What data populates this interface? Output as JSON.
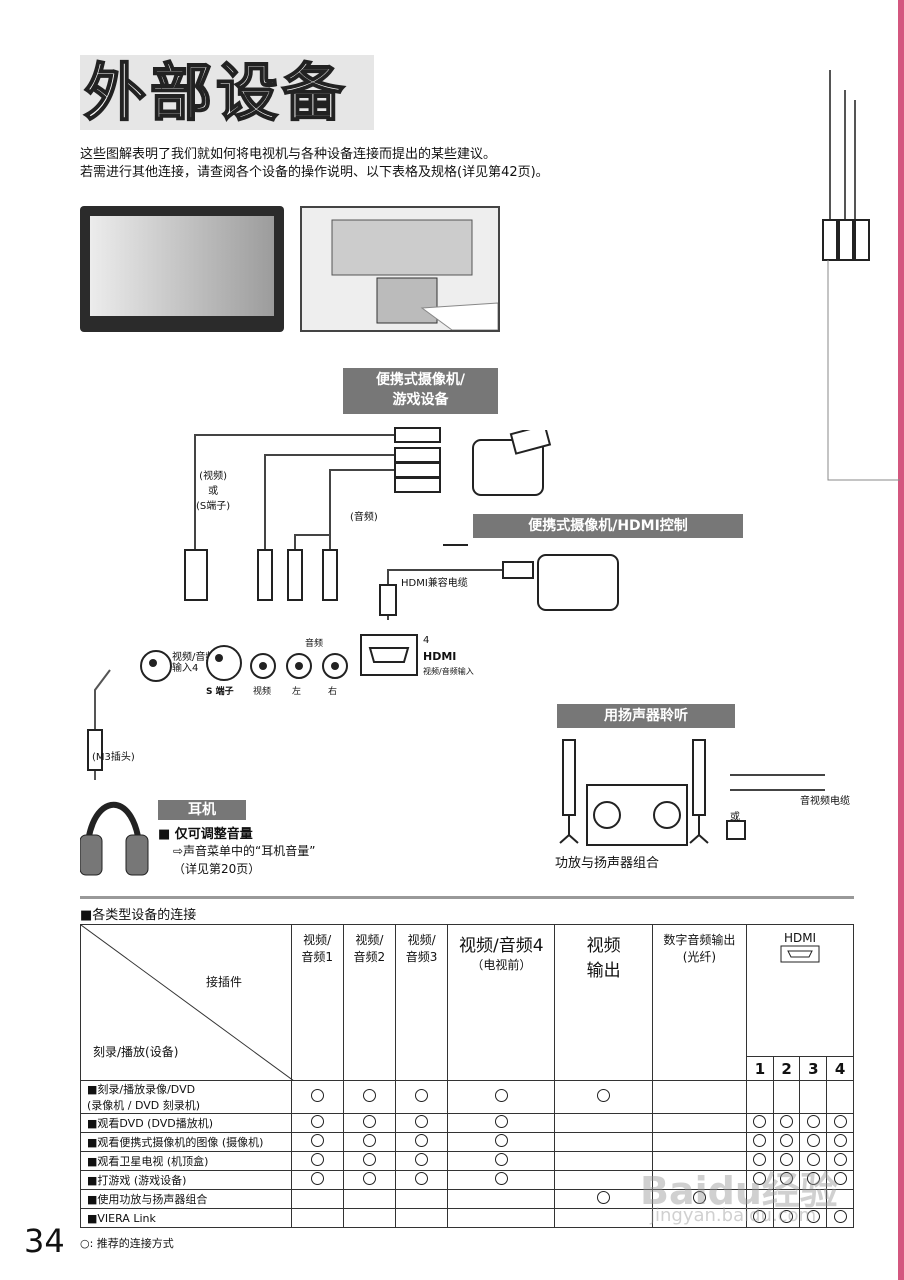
{
  "page": {
    "title": "外部设备",
    "page_number": "34",
    "intro_line1": "这些图解表明了我们就如何将电视机与各种设备连接而提出的某些建议。",
    "intro_line2": "若需进行其他连接，请查阅各个设备的操作说明、以下表格及规格(详见第42页)。"
  },
  "diagram": {
    "camcorder_game_banner": "便携式摄像机/\n游戏设备",
    "camcorder_hdmi_banner": "便携式摄像机/HDMI控制",
    "speaker_banner": "用扬声器聆听",
    "headphone_banner": "耳机",
    "video_or_s": "(视频)\n或\n(S端子)",
    "audio_label": "(音频)",
    "hdmi_cable": "HDMI兼容电缆",
    "m3_plug": "(M3插头)",
    "av4_label": "视频/音频\n输入4",
    "s_terminal": "S 端子",
    "video": "视频",
    "audio": "音频",
    "left": "左",
    "right": "右",
    "hdmi_num": "4",
    "hdmi_logo": "HDMI",
    "hdmi_input": "视频/音频输入",
    "av_cable": "音视频电缆",
    "or": "或",
    "amp_speaker": "功放与扬声器组合",
    "headphone_volume_only": "■ 仅可调整音量",
    "headphone_menu": "⇨声音菜单中的“耳机音量”",
    "headphone_see": "（详见第20页）"
  },
  "table": {
    "section_title": "■各类型设备的连接",
    "corner_connector": "接插件",
    "corner_device": "刻录/播放(设备)",
    "headers": [
      "视频/\n音频1",
      "视频/\n音频2",
      "视频/\n音频3",
      "视频/音频4",
      "视频\n输出",
      "数字音频输出\n(光纤)",
      "HDMI"
    ],
    "header4_sub": "（电视前）",
    "hdmi_ports": [
      "1",
      "2",
      "3",
      "4"
    ],
    "rows": [
      {
        "label": "■刻录/播放录像/DVD\n(录像机 / DVD 刻录机)",
        "marks": [
          1,
          1,
          1,
          1,
          1,
          0,
          0,
          0,
          0,
          0
        ]
      },
      {
        "label": "■观看DVD (DVD播放机)",
        "marks": [
          1,
          1,
          1,
          1,
          0,
          0,
          1,
          1,
          1,
          1
        ]
      },
      {
        "label": "■观看便携式摄像机的图像 (摄像机)",
        "marks": [
          1,
          1,
          1,
          1,
          0,
          0,
          1,
          1,
          1,
          1
        ]
      },
      {
        "label": "■观看卫星电视 (机顶盒)",
        "marks": [
          1,
          1,
          1,
          1,
          0,
          0,
          1,
          1,
          1,
          1
        ]
      },
      {
        "label": "■打游戏 (游戏设备)",
        "marks": [
          1,
          1,
          1,
          1,
          0,
          0,
          1,
          1,
          1,
          1
        ]
      },
      {
        "label": "■使用功放与扬声器组合",
        "marks": [
          0,
          0,
          0,
          0,
          1,
          1,
          0,
          0,
          0,
          0
        ]
      },
      {
        "label": "■VIERA Link",
        "marks": [
          0,
          0,
          0,
          0,
          0,
          0,
          1,
          1,
          1,
          1
        ]
      }
    ],
    "footnote": "○: 推荐的连接方式"
  },
  "watermark": {
    "line1": "Baidu经验",
    "line2": "jingyan.baidu.com"
  }
}
